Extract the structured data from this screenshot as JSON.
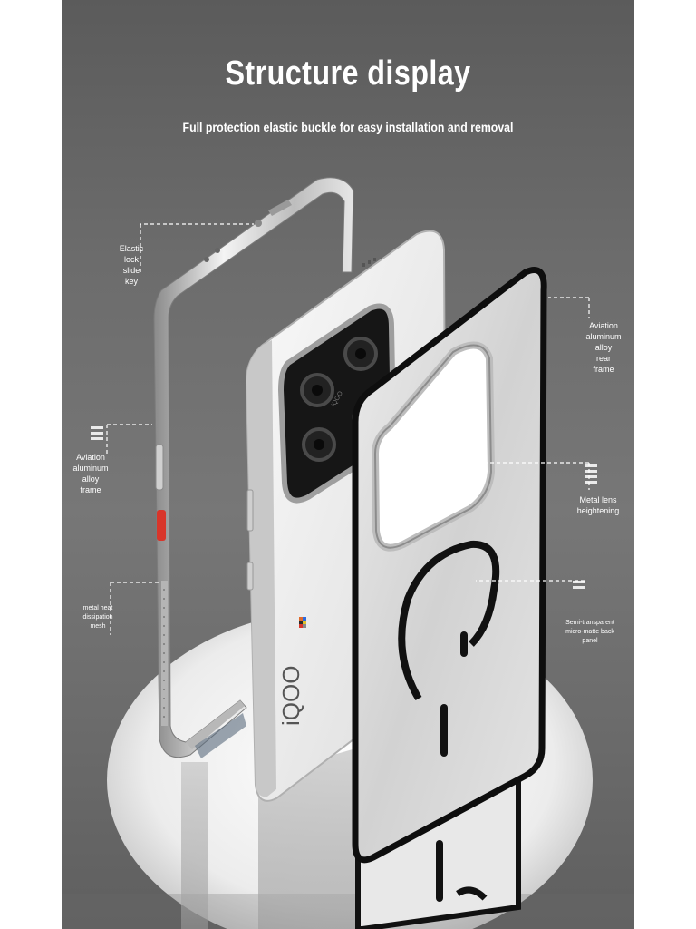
{
  "title": "Structure display",
  "subtitle": "Full protection elastic buckle for easy installation and removal",
  "callouts": {
    "elastic_lock": "Elastic\nlock\nslide\nkey",
    "rear_frame": "Aviation\naluminum\nalloy\nrear\nframe",
    "alloy_frame": "Aviation\naluminum\nalloy\nframe",
    "lens": "Metal lens\nheightening",
    "mesh": "metal heat\ndissipation\nmesh",
    "back_panel": "Semi-transparent\nmicro-matte back\npanel"
  },
  "phone": {
    "brand_text": "iQOO",
    "camera_text": "iQOO"
  },
  "colors": {
    "background": "#707070",
    "frame_silver": "#d9d9d9",
    "phone_body": "#efefef",
    "camera_module": "#161616",
    "accent_button": "#d8352a",
    "platform": "#f2f2f2"
  }
}
